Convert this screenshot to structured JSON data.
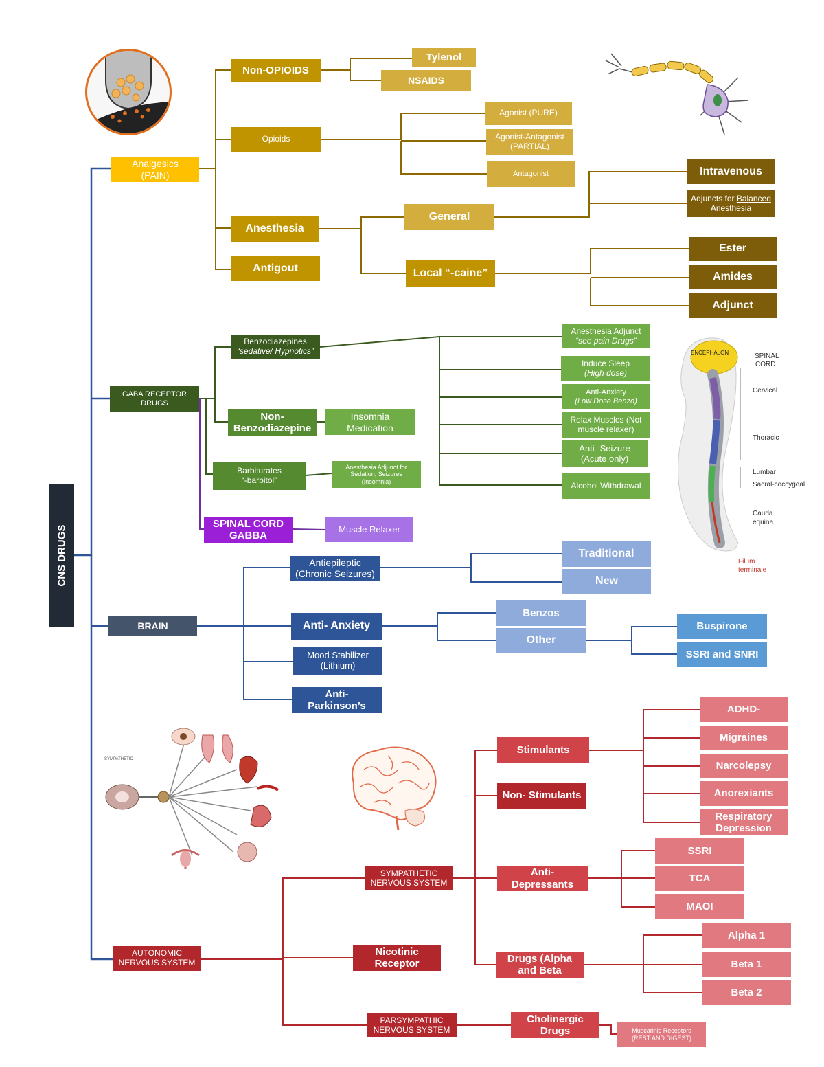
{
  "colors": {
    "gold": "#8c6a00",
    "green": "#3a5a20",
    "blue": "#2e5597",
    "red": "#b2272c",
    "purple": "#7030a0"
  },
  "icons": {
    "synapse": "synapse-illustration-icon",
    "neuron": "neuron-illustration-icon",
    "spinal": "spinal-cord-diagram-icon",
    "sympathetic": "sympathetic-nervous-system-diagram-icon",
    "brain": "brain-illustration-icon"
  },
  "root": {
    "line1": "CNS DRUGS"
  },
  "analgesics": {
    "line1": "Analgesics",
    "line2": "(PAIN)"
  },
  "non_opioids": {
    "line1": "Non-OPIOIDS"
  },
  "tylenol": {
    "line1": "Tylenol"
  },
  "nsaids": {
    "line1": "NSAIDS"
  },
  "opioids": {
    "line1": "Opioids"
  },
  "agonist": {
    "line1": "Agonist (PURE)"
  },
  "agonist_antagonist": {
    "line1": "Agonist-Antagonist",
    "line2": "(PARTIAL)"
  },
  "antagonist": {
    "line1": "Antagonist"
  },
  "anesthesia": {
    "line1": "Anesthesia"
  },
  "general": {
    "line1": "General"
  },
  "intravenous": {
    "line1": "Intravenous"
  },
  "adjuncts_balanced": {
    "line1a": "Adjuncts for ",
    "line1b": "Balanced",
    "line2": "Anesthesia"
  },
  "local": {
    "line1": "Local “-caine”"
  },
  "ester": {
    "line1": "Ester"
  },
  "amides": {
    "line1": "Amides"
  },
  "adjunct": {
    "line1": "Adjunct"
  },
  "antigout": {
    "line1": "Antigout"
  },
  "gaba": {
    "line1": "GABA RECEPTOR",
    "line2": "DRUGS"
  },
  "benzodiazepines": {
    "line1": "Benzodiazepines",
    "line2": "“sedative/ Hypnotics”"
  },
  "anesthesia_adjunct": {
    "line1": "Anesthesia Adjunct",
    "line2": "“see pain Drugs”"
  },
  "induce_sleep": {
    "line1": "Induce Sleep",
    "line2": "(High dose)"
  },
  "anti_anxiety_benzo": {
    "line1": "Anti-Anxiety",
    "line2": "(Low Dose Benzo)"
  },
  "relax_muscles": {
    "line1": "Relax Muscles (Not",
    "line2": "muscle relaxer)"
  },
  "anti_seizure": {
    "line1": "Anti- Seizure",
    "line2": "(Acute only)"
  },
  "alcohol_withdrawal": {
    "line1": "Alcohol Withdrawal"
  },
  "non_benzo": {
    "line1": "Non-",
    "line2": "Benzodiazepine"
  },
  "insomnia": {
    "line1": "Insomnia",
    "line2": "Medication"
  },
  "barbiturates": {
    "line1": "Barbiturates",
    "line2": "“-barbitol”"
  },
  "barb_use": {
    "line1": "Anesthesia Adjunct for",
    "line2": "Sedation, Seizures",
    "line3": "(Insomnia)"
  },
  "spinal_gaba": {
    "line1": "SPINAL CORD",
    "line2": "GABBA"
  },
  "muscle_relaxer": {
    "line1": "Muscle Relaxer"
  },
  "brain": {
    "line1": "BRAIN"
  },
  "antiepileptic": {
    "line1": "Antiepileptic",
    "line2": "(Chronic Seizures)"
  },
  "traditional": {
    "line1": "Traditional"
  },
  "new": {
    "line1": "New"
  },
  "anti_anxiety": {
    "line1": "Anti- Anxiety"
  },
  "benzos": {
    "line1": "Benzos"
  },
  "other": {
    "line1": "Other"
  },
  "buspirone": {
    "line1": "Buspirone"
  },
  "ssri_snri": {
    "line1": "SSRI and SNRI"
  },
  "mood_stabilizer": {
    "line1": "Mood Stabilizer",
    "line2": "(Lithium)"
  },
  "anti_parkinsons": {
    "line1": "Anti-",
    "line2": "Parkinson’s"
  },
  "autonomic": {
    "line1": "AUTONOMIC",
    "line2": "NERVOUS SYSTEM"
  },
  "sympathetic": {
    "line1": "SYMPATHETIC",
    "line2": "NERVOUS SYSTEM"
  },
  "stimulants": {
    "line1": "Stimulants"
  },
  "adhd": {
    "line1": "ADHD-"
  },
  "migraines": {
    "line1": "Migraines"
  },
  "narcolepsy": {
    "line1": "Narcolepsy"
  },
  "anorexiants": {
    "line1": "Anorexiants"
  },
  "resp_depression": {
    "line1": "Respiratory",
    "line2": "Depression"
  },
  "non_stimulants": {
    "line1": "Non- Stimulants"
  },
  "anti_depressants": {
    "line1": "Anti-",
    "line2": "Depressants"
  },
  "ssri": {
    "line1": "SSRI"
  },
  "tca": {
    "line1": "TCA"
  },
  "maoi": {
    "line1": "MAOI"
  },
  "drugs_alpha_beta": {
    "line1": "Drugs (Alpha",
    "line2": "and Beta"
  },
  "alpha1": {
    "line1": "Alpha 1"
  },
  "beta1": {
    "line1": "Beta 1"
  },
  "beta2": {
    "line1": "Beta 2"
  },
  "nicotinic": {
    "line1": "Nicotinic",
    "line2": "Receptor"
  },
  "parasympathetic": {
    "line1": "PARSYMPATHIC",
    "line2": "NERVOUS SYSTEM"
  },
  "cholinergic": {
    "line1": "Cholinergic",
    "line2": "Drugs"
  },
  "muscarinic": {
    "line1": "Muscarinic Receptors",
    "line2": "(REST AND DIGEST)"
  },
  "spinal_labels": {
    "encephalon": "ENCEPHALON",
    "spinal_cord_1": "SPINAL",
    "spinal_cord_2": "CORD",
    "cervical": "Cervical",
    "thoracic": "Thoracic",
    "lumbar": "Lumbar",
    "sacral": "Sacral-coccygeal",
    "cauda1": "Cauda",
    "cauda2": "equina",
    "filum1": "Filum",
    "filum2": "terminale"
  }
}
